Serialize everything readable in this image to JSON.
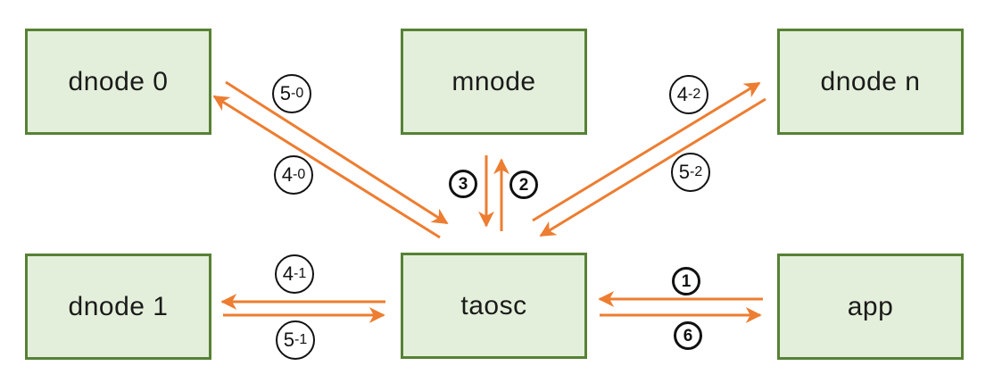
{
  "diagram": {
    "nodes": [
      {
        "id": "dnode-0",
        "label": "dnode 0"
      },
      {
        "id": "mnode",
        "label": "mnode"
      },
      {
        "id": "dnode-n",
        "label": "dnode n"
      },
      {
        "id": "dnode-1",
        "label": "dnode 1"
      },
      {
        "id": "taosc",
        "label": "taosc"
      },
      {
        "id": "app",
        "label": "app"
      }
    ],
    "edge_labels": [
      {
        "id": "5-0",
        "main": "5",
        "sub": "-0"
      },
      {
        "id": "4-0",
        "main": "4",
        "sub": "-0"
      },
      {
        "id": "3",
        "main": "3",
        "sub": ""
      },
      {
        "id": "2",
        "main": "2",
        "sub": ""
      },
      {
        "id": "4-2",
        "main": "4",
        "sub": "-2"
      },
      {
        "id": "5-2",
        "main": "5",
        "sub": "-2"
      },
      {
        "id": "4-1",
        "main": "4",
        "sub": "-1"
      },
      {
        "id": "5-1",
        "main": "5",
        "sub": "-1"
      },
      {
        "id": "1",
        "main": "1",
        "sub": ""
      },
      {
        "id": "6",
        "main": "6",
        "sub": ""
      }
    ],
    "edges": [
      {
        "from": "app",
        "to": "taosc",
        "label": "1"
      },
      {
        "from": "taosc",
        "to": "mnode",
        "label": "2"
      },
      {
        "from": "mnode",
        "to": "taosc",
        "label": "3"
      },
      {
        "from": "taosc",
        "to": "dnode-0",
        "label": "4-0"
      },
      {
        "from": "taosc",
        "to": "dnode-1",
        "label": "4-1"
      },
      {
        "from": "taosc",
        "to": "dnode-n",
        "label": "4-2"
      },
      {
        "from": "dnode-0",
        "to": "taosc",
        "label": "5-0"
      },
      {
        "from": "dnode-1",
        "to": "taosc",
        "label": "5-1"
      },
      {
        "from": "dnode-n",
        "to": "taosc",
        "label": "5-2"
      },
      {
        "from": "taosc",
        "to": "app",
        "label": "6"
      }
    ],
    "colors": {
      "node_fill": "#e3efda",
      "node_border": "#568135",
      "arrow": "#ed7d31",
      "label_circle": "#111111",
      "text": "#1b1b1b"
    }
  }
}
